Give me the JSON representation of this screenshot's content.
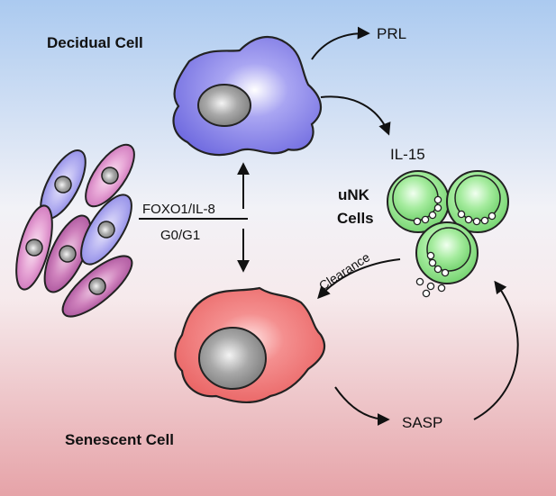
{
  "labels": {
    "decidual_cell": "Decidual Cell",
    "senescent_cell": "Senescent Cell",
    "prl": "PRL",
    "il15": "IL-15",
    "unk_line1": "uNK",
    "unk_line2": "Cells",
    "foxo": "FOXO1/IL-8",
    "g0g1": "G0/G1",
    "clearance": "Clearance",
    "sasp": "SASP"
  },
  "colors": {
    "background_top": "#aecdf0",
    "background_bottom": "#e9a9ad",
    "decidual_cell": "#7d78e6",
    "senescent_cell": "#ee6d6d",
    "nucleus": "#8c8c8c",
    "unk_cell": "#8fe08c",
    "stromal_pink": "#d884c6",
    "stromal_purple": "#9e99ea"
  },
  "icons": {
    "arrow": "curved-arrow",
    "cells": "cell-illustration"
  }
}
